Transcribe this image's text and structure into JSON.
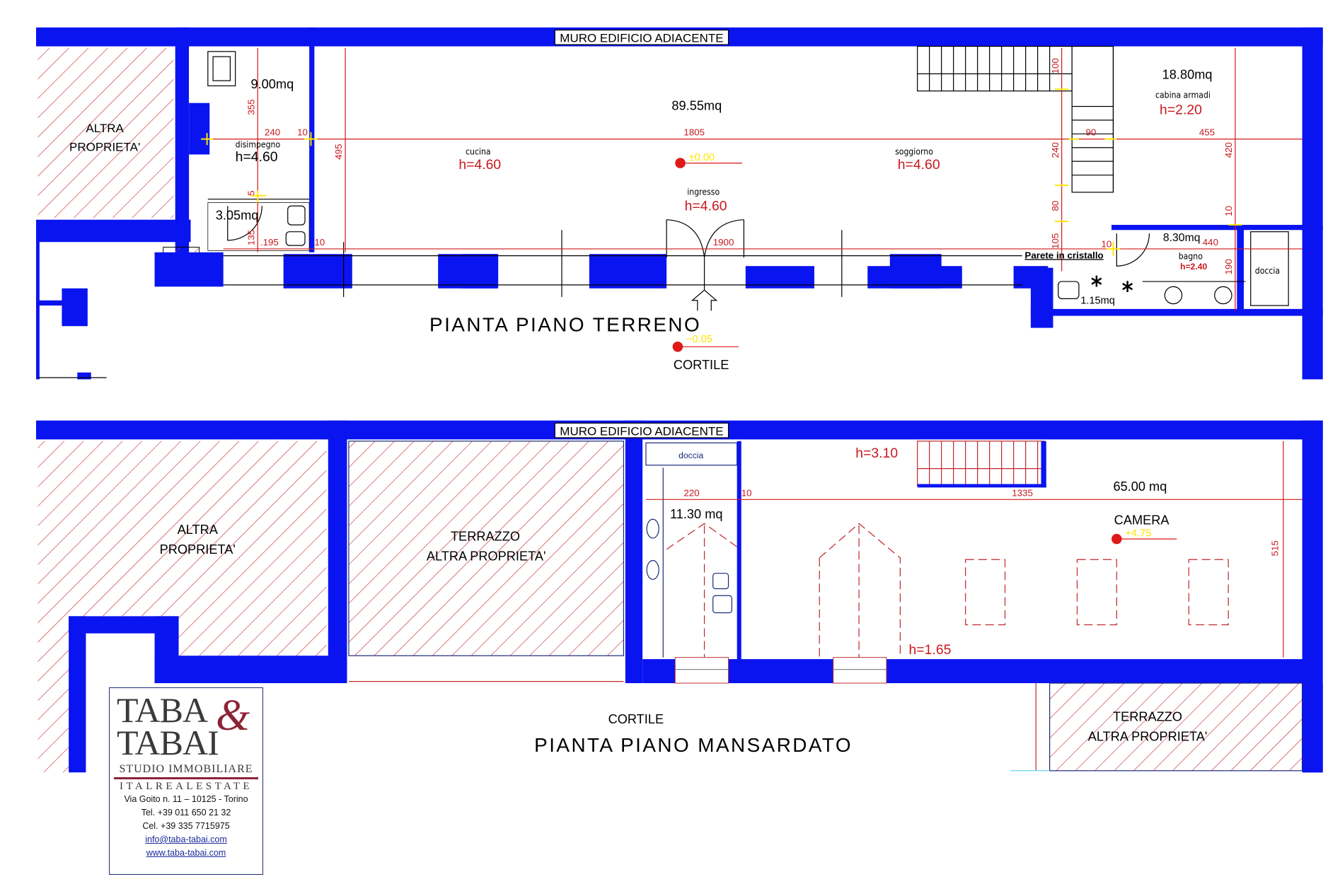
{
  "ground_floor": {
    "title": "PIANTA PIANO TERRENO",
    "adjacent_wall_label": "MURO EDIFICIO ADIACENTE",
    "other_property_label_1": "ALTRA",
    "other_property_label_2": "PROPRIETA'",
    "courtyard_label": "CORTILE",
    "courtyard_level": "−0.05",
    "main_level": "±0.00",
    "glass_wall_label": "Parete in cristallo",
    "rooms": {
      "main_area": "89.55mq",
      "cucina": {
        "name": "cucina",
        "height": "h=4.60"
      },
      "soggiorno": {
        "name": "soggiorno",
        "height": "h=4.60"
      },
      "ingresso": {
        "name": "ingresso",
        "height": "h=4.60"
      },
      "disimpegno": {
        "name": "disimpegno",
        "height": "h=4.60",
        "area": "9.00mq"
      },
      "wc_small": {
        "area": "3.05mq"
      },
      "cabina_armadi": {
        "name": "cabina armadi",
        "height": "h=2.20",
        "area": "18.80mq"
      },
      "bagno": {
        "name": "bagno",
        "height": "h=2.40",
        "area": "8.30mq"
      },
      "wc_corner": {
        "area": "1.15mq"
      },
      "doccia": {
        "name": "doccia"
      }
    },
    "dimensions": {
      "d240": "240",
      "d10a": "10",
      "d355": "355",
      "d495": "495",
      "d5": "5",
      "d135": "135",
      "d195": ".195",
      "d10b": "10",
      "d1805": "1805",
      "d1900": "1900",
      "d100": "100",
      "d240b": "240",
      "d80": "80",
      "d105": "105",
      "d90": "90",
      "d455": "455",
      "d420": "420",
      "d10c": "10",
      "d10d": "10",
      "d440": "440",
      "d190": "190"
    }
  },
  "attic_floor": {
    "title": "PIANTA PIANO MANSARDATO",
    "adjacent_wall_label": "MURO EDIFICIO ADIACENTE",
    "other_property_label_1": "ALTRA",
    "other_property_label_2": "PROPRIETA'",
    "terrace_label_1": "TERRAZZO",
    "terrace_label_2": "ALTRA PROPRIETA'",
    "courtyard_label": "CORTILE",
    "rooms": {
      "camera": {
        "name": "CAMERA",
        "area": "65.00 mq",
        "level": "+4.75",
        "height_max": "h=3.10",
        "height_min": "h=1.65"
      },
      "bagno": {
        "area": "11.30 mq"
      },
      "doccia": {
        "name": "doccia"
      }
    },
    "dimensions": {
      "d220": "220",
      "d10": "10",
      "d1335": "1335",
      "d515": "515"
    }
  },
  "logo": {
    "brand_line1": "TABA",
    "brand_amp": "&",
    "brand_line2": "TABAI",
    "studio": "STUDIO IMMOBILIARE",
    "subbrand": "ITALREALESTATE",
    "address": "Via Goito n. 11 – 10125 - Torino",
    "tel": "Tel. +39 011 650 21 32",
    "cel": "Cel. +39 335 7715975",
    "email": "info@taba-tabai.com",
    "website": "www.taba-tabai.com"
  },
  "colors": {
    "wall": "#0a14f0",
    "dimension": "#d21a1a",
    "level": "#ffe600",
    "brand_accent": "#8c2436"
  }
}
